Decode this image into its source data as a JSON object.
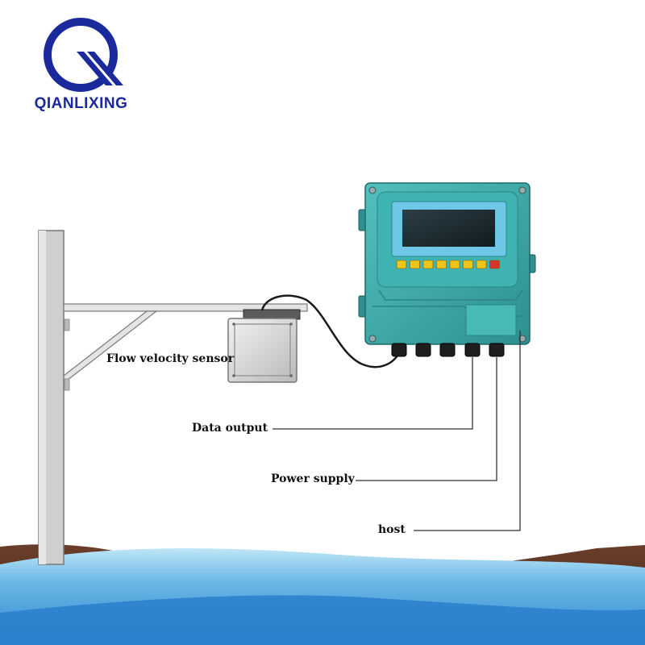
{
  "brand": {
    "name": "QIANLIXING",
    "logo_color": "#1a2a9c"
  },
  "labels": {
    "sensor": "Flow velocity sensor",
    "data_output": "Data output",
    "power_supply": "Power supply",
    "host": "host"
  },
  "colors": {
    "enclosure": "#3aa7a6",
    "water": "#3a8fd6",
    "soil": "#5a3424",
    "pole": "#c8c8c8"
  },
  "keypad": {
    "button_colors": [
      "#f0c419",
      "#f0c419",
      "#f0c419",
      "#f0c419",
      "#f0c419",
      "#f0c419",
      "#f0c419",
      "#d9332b"
    ]
  }
}
